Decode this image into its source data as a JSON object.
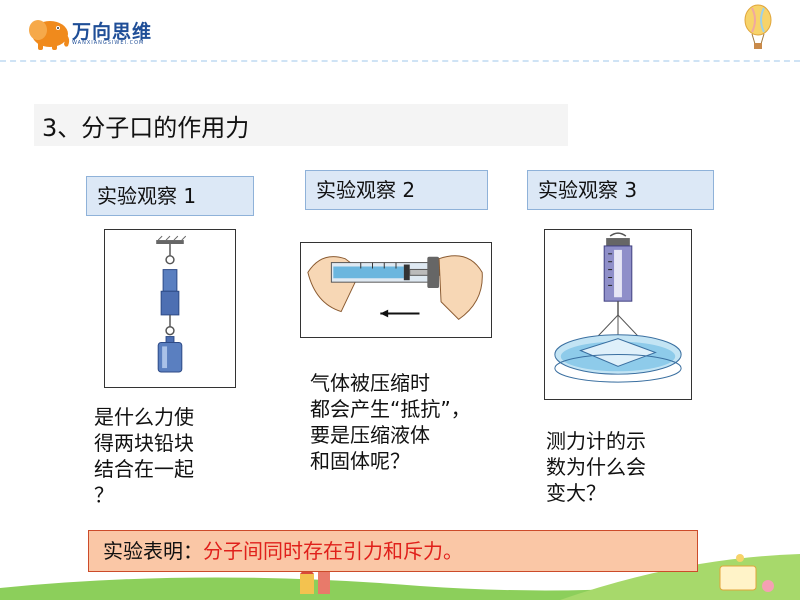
{
  "brand": {
    "name": "万向思维",
    "subtitle": "WANXIANGSIWEI.COM"
  },
  "title": "3、分子口的作用力",
  "experiments": [
    {
      "label": "实验观察 1",
      "question": "是什么力使\n得两块铅块\n结合在一起\n？"
    },
    {
      "label": "实验观察 2",
      "question": "气体被压缩时\n都会产生“抵抗”，\n要是压缩液体\n和固体呢？"
    },
    {
      "label": "实验观察 3",
      "question": "测力计的示\n数为什么会\n变大？"
    }
  ],
  "conclusion": {
    "lead": "实验表明：",
    "body": "分子间同时存在引力和斥力。"
  },
  "colors": {
    "label_bg": "#dce8f6",
    "label_border": "#8fb2d9",
    "conclusion_bg": "#fac7a6",
    "conclusion_border": "#cc4b2a",
    "conclusion_text": "#e0201b",
    "brand_blue": "#1f4e97",
    "mascot_orange": "#f08a1c"
  }
}
